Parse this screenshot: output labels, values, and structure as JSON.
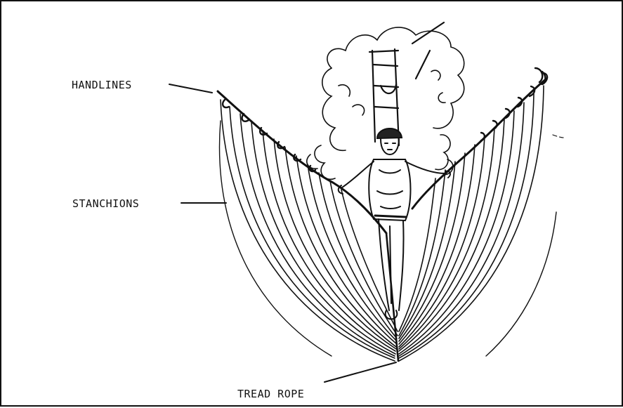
{
  "figure": {
    "description_icon": "rope-bridge-illustration",
    "ink_color": "#111111",
    "background_color": "#ffffff"
  },
  "labels": {
    "handlines": "HANDLINES",
    "stanchions": "STANCHIONS",
    "tread_rope": "TREAD ROPE"
  }
}
